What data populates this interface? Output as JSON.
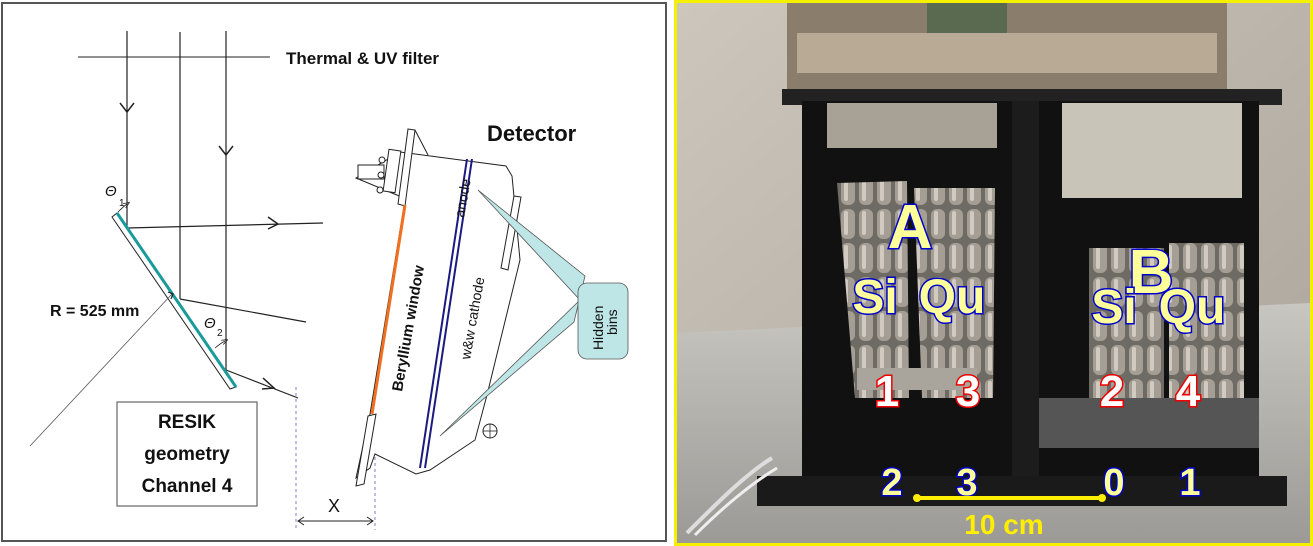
{
  "diagram": {
    "filter_label": "Thermal & UV filter",
    "detector_label": "Detector",
    "anode_label": "anode",
    "cathode_label": "w&w cathode",
    "window_label": "Beryllium window",
    "hidden_bins_line1": "Hidden",
    "hidden_bins_line2": "bins",
    "radius_label": "R = 525 mm",
    "theta1_symbol": "Θ",
    "theta1_sub": "1",
    "theta2_symbol": "Θ",
    "theta2_sub": "2",
    "x_label": "X",
    "caption_line1": "RESIK",
    "caption_line2": "geometry",
    "caption_line3": "Channel 4",
    "colors": {
      "crystal": "#1a9a9a",
      "window": "#f07020",
      "cathode": "#1a1a80",
      "callout": "#bfe6e6"
    }
  },
  "photo": {
    "section_a": {
      "letter": "A",
      "crystal_left": "Si",
      "crystal_right": "Qu",
      "channel_left": "1",
      "channel_right": "3",
      "index_left": "2",
      "index_right": "3"
    },
    "section_b": {
      "letter": "B",
      "crystal_left": "Si",
      "crystal_right": "Qu",
      "channel_left": "2",
      "channel_right": "4",
      "index_left": "0",
      "index_right": "1"
    },
    "scale_label": "10 cm",
    "colors": {
      "label_fill": "#ffff99",
      "label_stroke": "#0000cc",
      "channel_fill": "#ffffff",
      "channel_stroke": "#ee0000",
      "scale": "#ffee00",
      "border": "#f5f000"
    }
  }
}
